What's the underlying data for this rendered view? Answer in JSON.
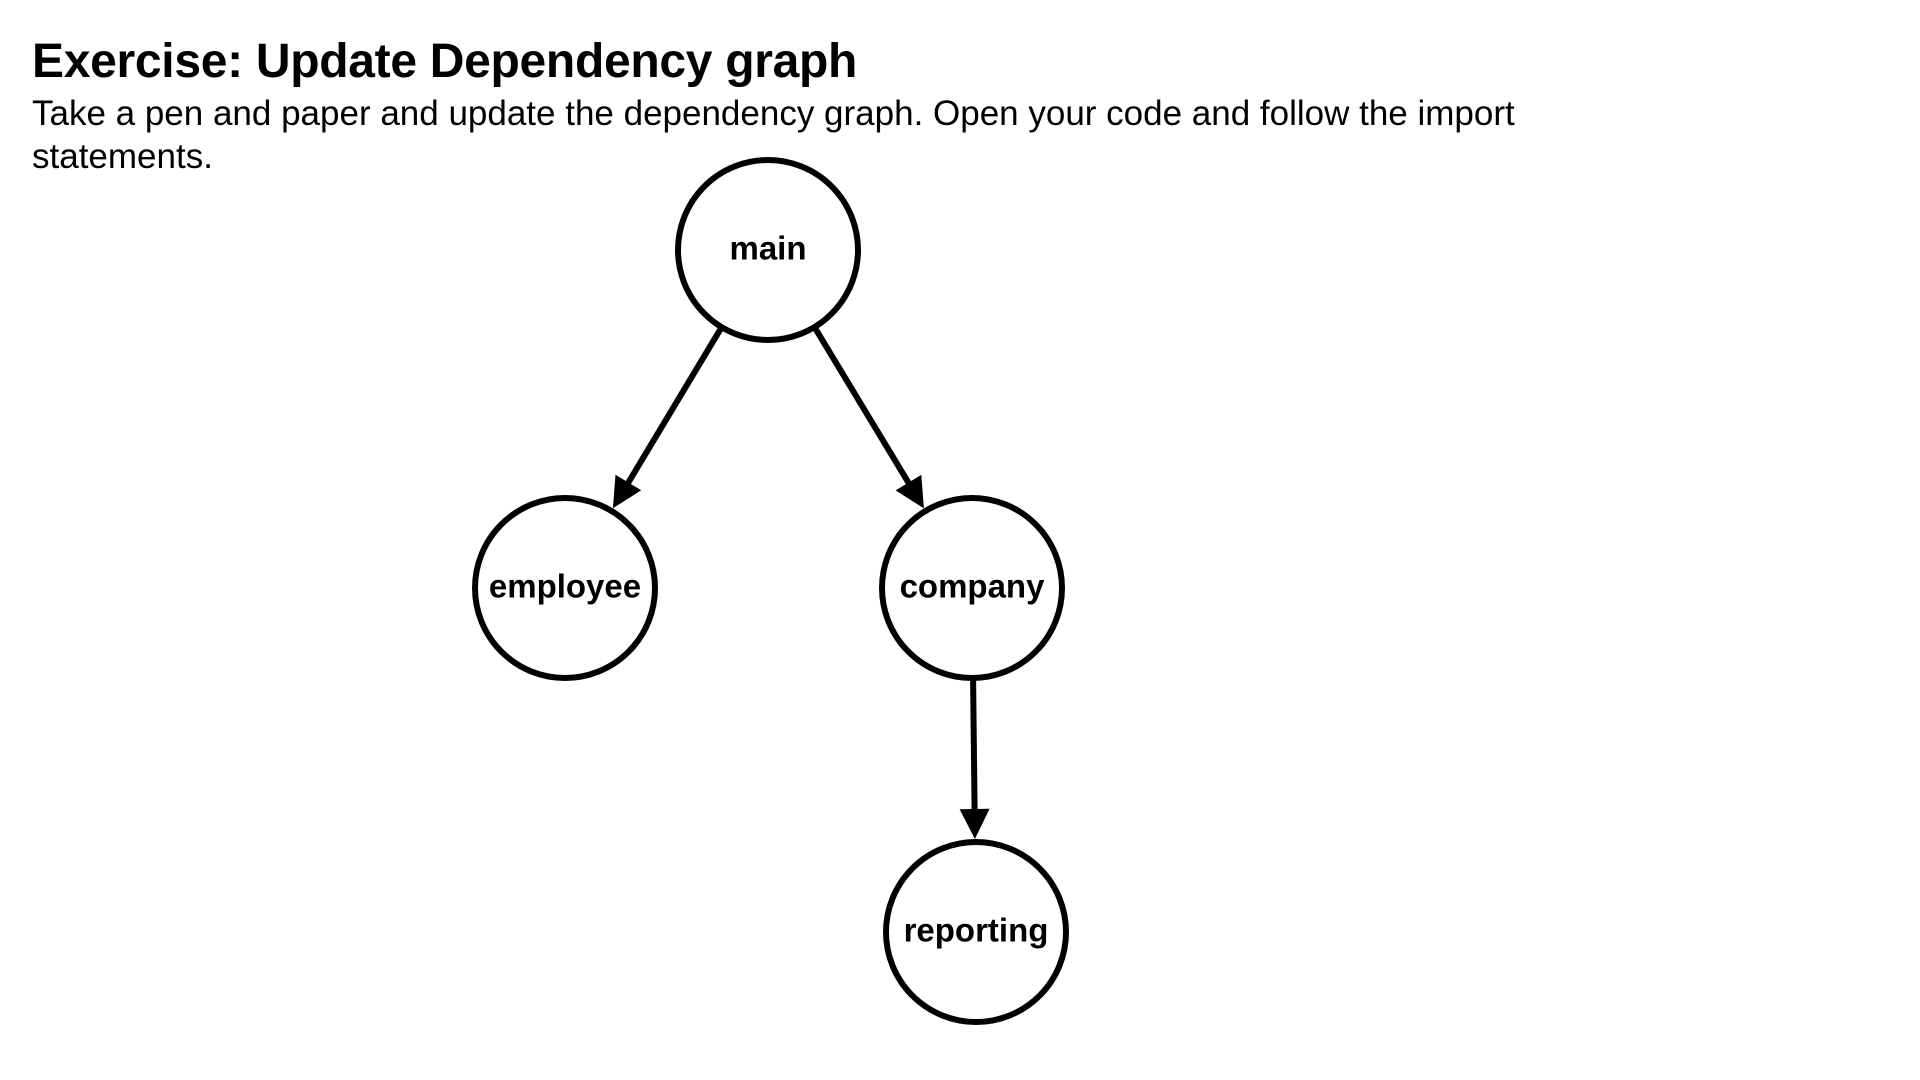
{
  "slide": {
    "title": "Exercise: Update Dependency graph",
    "subtitle": "Take a pen and paper and update the dependency graph. Open your code and follow the import statements."
  },
  "graph": {
    "nodes": [
      {
        "id": "main",
        "label": "main"
      },
      {
        "id": "employee",
        "label": "employee"
      },
      {
        "id": "company",
        "label": "company"
      },
      {
        "id": "reporting",
        "label": "reporting"
      }
    ],
    "edges": [
      {
        "from": "main",
        "to": "employee"
      },
      {
        "from": "main",
        "to": "company"
      },
      {
        "from": "company",
        "to": "reporting"
      }
    ],
    "stroke_color": "#000000",
    "node_fill": "#ffffff"
  }
}
